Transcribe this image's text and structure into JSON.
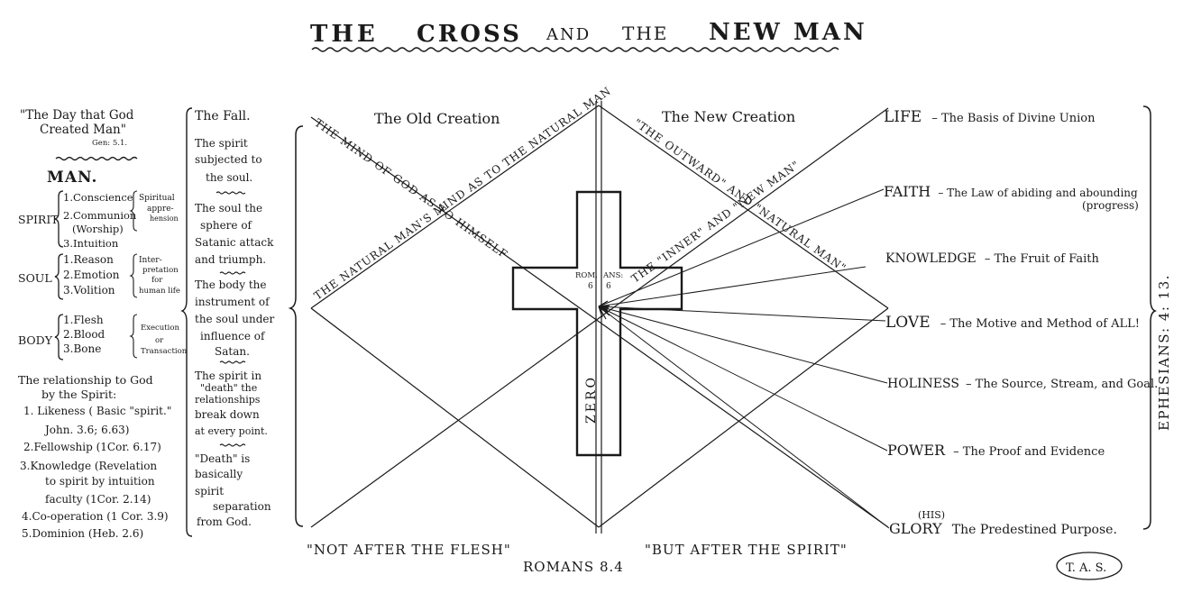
{
  "title": {
    "part1": "THE",
    "part2": "CROSS",
    "part3": "AND",
    "part4": "THE",
    "part5": "NEW",
    "part6": "MAN"
  },
  "left": {
    "quote_line1": "\"The Day that God",
    "quote_line2": "Created Man\"",
    "quote_ref": "Gen: 5.1.",
    "man": "MAN.",
    "spirit": {
      "label": "SPIRIT",
      "items": [
        "1.Conscience",
        "2.Communion",
        "(Worship)",
        "3.Intuition"
      ],
      "note": [
        "Spiritual",
        "appre-",
        "hension"
      ]
    },
    "soul": {
      "label": "SOUL",
      "items": [
        "1.Reason",
        "2.Emotion",
        "3.Volition"
      ],
      "note": [
        "Inter-",
        "pretation",
        "for",
        "human life"
      ]
    },
    "body": {
      "label": "BODY",
      "items": [
        "1.Flesh",
        "2.Blood",
        "3.Bone"
      ],
      "note": [
        "Execution",
        "or",
        "Transaction"
      ]
    },
    "relationship": [
      "The relationship to God",
      "by the Spirit:",
      "1. Likeness ( Basic \"spirit.\"",
      "John. 3.6;  6.63)",
      "2.Fellowship (1Cor. 6.17)",
      "3.Knowledge (Revelation",
      "to spirit by intuition",
      "faculty (1Cor. 2.14)",
      "4.Co-operation (1 Cor. 3.9)",
      "5.Dominion (Heb. 2.6)"
    ]
  },
  "fall": {
    "title": "The Fall.",
    "block1": [
      "The spirit",
      "subjected to",
      "the soul."
    ],
    "block2": [
      "The soul the",
      "sphere of",
      "Satanic attack",
      "and triumph."
    ],
    "block3": [
      "The body the",
      "instrument of",
      "the soul under",
      "influence of",
      "Satan."
    ],
    "block4": [
      "The spirit in",
      "\"death\" the",
      "relationships",
      "break down",
      "at every point."
    ],
    "block5": [
      "\"Death\" is",
      "basically",
      "spirit",
      "separation",
      "from God."
    ]
  },
  "diagram": {
    "old_creation": "The Old Creation",
    "new_creation": "The New Creation",
    "diag_upper_left": "THE MIND OF GOD AS TO HIMSELF",
    "diag_lower_left": "THE NATURAL MAN'S MIND AS TO THE NATURAL MAN",
    "diag_upper_right": "\"THE OUTWARD\" AND \"NATURAL MAN\"",
    "diag_lower_right": "THE \"INNER\" AND \"NEW MAN\"",
    "romans_left": "ROM.",
    "romans_left2": "6",
    "romans_right": "ANS:",
    "romans_right2": "6",
    "zero": "ZERO",
    "bottom_left": "\"NOT AFTER THE FLESH\"",
    "bottom_right": "\"BUT AFTER THE SPIRIT\"",
    "romans_ref": "ROMANS 8.4"
  },
  "right": {
    "items": [
      {
        "key": "LIFE",
        "desc": "– The Basis of Divine Union"
      },
      {
        "key": "FAITH",
        "desc": "– The Law of abiding and abounding"
      },
      {
        "key": "KNOWLEDGE",
        "desc": "– The Fruit of Faith"
      },
      {
        "key": "LOVE",
        "desc": "– The Motive and Method of ALL!"
      },
      {
        "key": "HOLINESS",
        "desc": "– The Source, Stream, and Goal."
      },
      {
        "key": "POWER",
        "desc": "– The Proof and Evidence"
      },
      {
        "key": "GLORY",
        "desc": "The Predestined Purpose."
      }
    ],
    "faith_extra": "(progress)",
    "glory_his": "(HIS)",
    "ephesians": "EPHESIANS: 4: 13.",
    "initials": "T. A. S."
  }
}
